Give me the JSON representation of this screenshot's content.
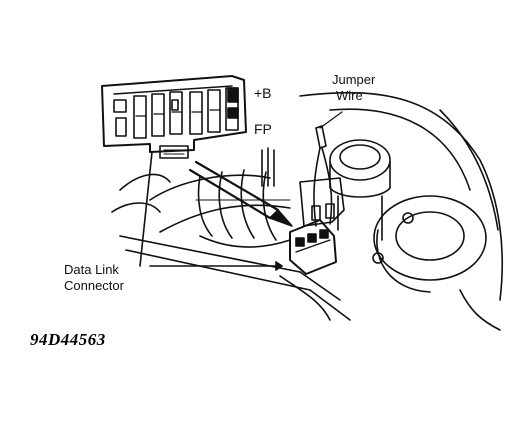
{
  "labels": {
    "plus_b": "+B",
    "fp": "FP",
    "jumper_wire_line1": "Jumper",
    "jumper_wire_line2": "Wire",
    "data_link_line1": "Data Link",
    "data_link_line2": "Connector"
  },
  "figure_code": "94D44563",
  "colors": {
    "ink": "#111111",
    "background": "#ffffff"
  }
}
